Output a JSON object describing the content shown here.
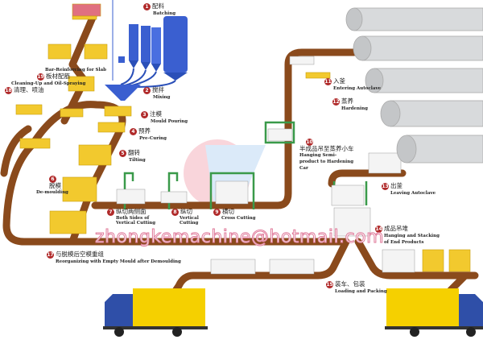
{
  "steps": [
    {
      "n": "1",
      "cn": "配料",
      "en": "Batching"
    },
    {
      "n": "2",
      "cn": "搅拌",
      "en": "Mixing"
    },
    {
      "n": "3",
      "cn": "注模",
      "en": "Mould Pouring"
    },
    {
      "n": "4",
      "cn": "预养",
      "en": "Pre-Curing"
    },
    {
      "n": "5",
      "cn": "翻转",
      "en": "Tilting"
    },
    {
      "n": "6",
      "cn": "脱模",
      "en": "De-moulding"
    },
    {
      "n": "7",
      "cn": "纵切两侧面",
      "en": "Both Sides of Vertical Cutting"
    },
    {
      "n": "8",
      "cn": "纵切",
      "en": "Vertical Cutting"
    },
    {
      "n": "9",
      "cn": "横切",
      "en": "Cross Cutting"
    },
    {
      "n": "10",
      "cn": "半成品吊至蒸养小车",
      "en": "Hanging Semi-product to Hardening Car"
    },
    {
      "n": "11",
      "cn": "入釜",
      "en": "Entering Autoclave"
    },
    {
      "n": "12",
      "cn": "蒸养",
      "en": "Hardening"
    },
    {
      "n": "13",
      "cn": "出釜",
      "en": "Leaving Autoclave"
    },
    {
      "n": "14",
      "cn": "成品吊堆",
      "en": "Hanging and Stacking of End Products"
    },
    {
      "n": "15",
      "cn": "装车、包装",
      "en": "Loading and Packing"
    },
    {
      "n": "17",
      "cn": "与脱模后空模重组",
      "en": "Reorganizing with Empty Mould after Demoulding"
    },
    {
      "n": "18",
      "cn": "清理、喷油",
      "en": "Cleaning-Up and Oil-Spraying"
    },
    {
      "n": "19",
      "cn": "板材配筋",
      "en": "Bar-Reinforcing for Slab"
    }
  ],
  "watermark": "zhongkemachine@hotmail.com",
  "colors": {
    "conveyor": "#8a4a1c",
    "silo": "#3a5fd0",
    "mould": "#f2c92e",
    "frame": "#3a9a4a",
    "label_badge": "#b02a2a",
    "truck_cab": "#2f4fa8"
  }
}
